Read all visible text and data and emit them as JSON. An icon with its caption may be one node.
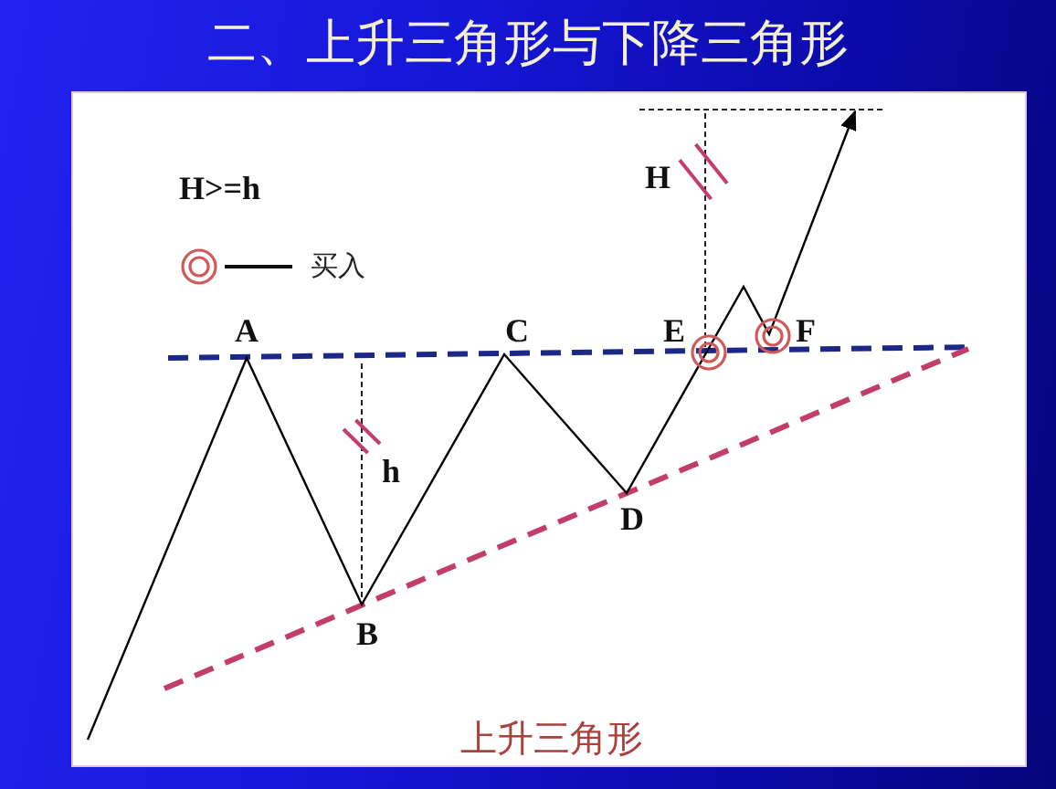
{
  "diagram": {
    "title": "二、上升三角形与下降三角形",
    "caption": "上升三角形",
    "labels": [
      "H>=h",
      "H",
      "A",
      "C",
      "E",
      "F",
      "h",
      "D",
      "B"
    ],
    "legend": [
      {
        "text": "买入"
      }
    ]
  }
}
